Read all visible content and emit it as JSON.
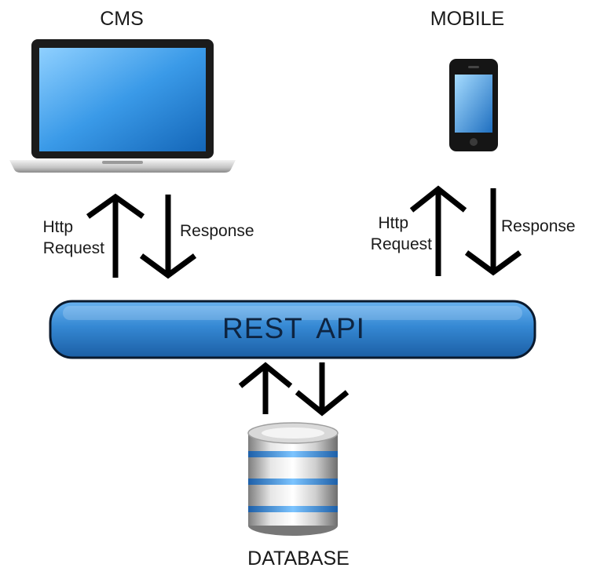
{
  "cms": {
    "title": "CMS",
    "request_line1": "Http",
    "request_line2": "Request",
    "response": "Response"
  },
  "mobile": {
    "title": "MOBILE",
    "request_line1": "Http",
    "request_line2": "Request",
    "response": "Response"
  },
  "api": {
    "label": "REST API"
  },
  "database": {
    "title": "DATABASE"
  },
  "colors": {
    "api_fill": "#2f7fc8",
    "api_border": "#0a1a2e",
    "arrow": "#000000",
    "db_ring": "#3d95e6"
  }
}
